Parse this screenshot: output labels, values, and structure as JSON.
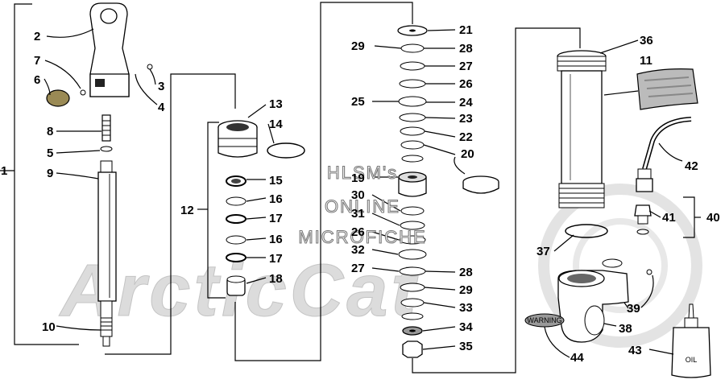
{
  "watermark": {
    "line1": "HLSM's",
    "line2": "ONLINE",
    "line3": "MICROFICHE",
    "logo": "ArcticCat"
  },
  "oil_bottle_label": "OIL",
  "sticker_label": "WARNING",
  "callouts": {
    "c1": "1",
    "c2": "2",
    "c3": "3",
    "c4": "4",
    "c5": "5",
    "c6": "6",
    "c7": "7",
    "c8": "8",
    "c9": "9",
    "c10": "10",
    "c11": "11",
    "c12": "12",
    "c13": "13",
    "c14": "14",
    "c15": "15",
    "c16a": "16",
    "c16b": "16",
    "c17a": "17",
    "c17b": "17",
    "c18": "18",
    "c19": "19",
    "c20": "20",
    "c21": "21",
    "c22": "22",
    "c23": "23",
    "c24": "24",
    "c25": "25",
    "c26a": "26",
    "c26b": "26",
    "c27a": "27",
    "c27b": "27",
    "c28a": "28",
    "c28b": "28",
    "c29a": "29",
    "c29b": "29",
    "c30": "30",
    "c31": "31",
    "c32": "32",
    "c33": "33",
    "c34": "34",
    "c35": "35",
    "c36": "36",
    "c37": "37",
    "c38": "38",
    "c39": "39",
    "c40": "40",
    "c41": "41",
    "c42": "42",
    "c43": "43",
    "c44": "44"
  }
}
